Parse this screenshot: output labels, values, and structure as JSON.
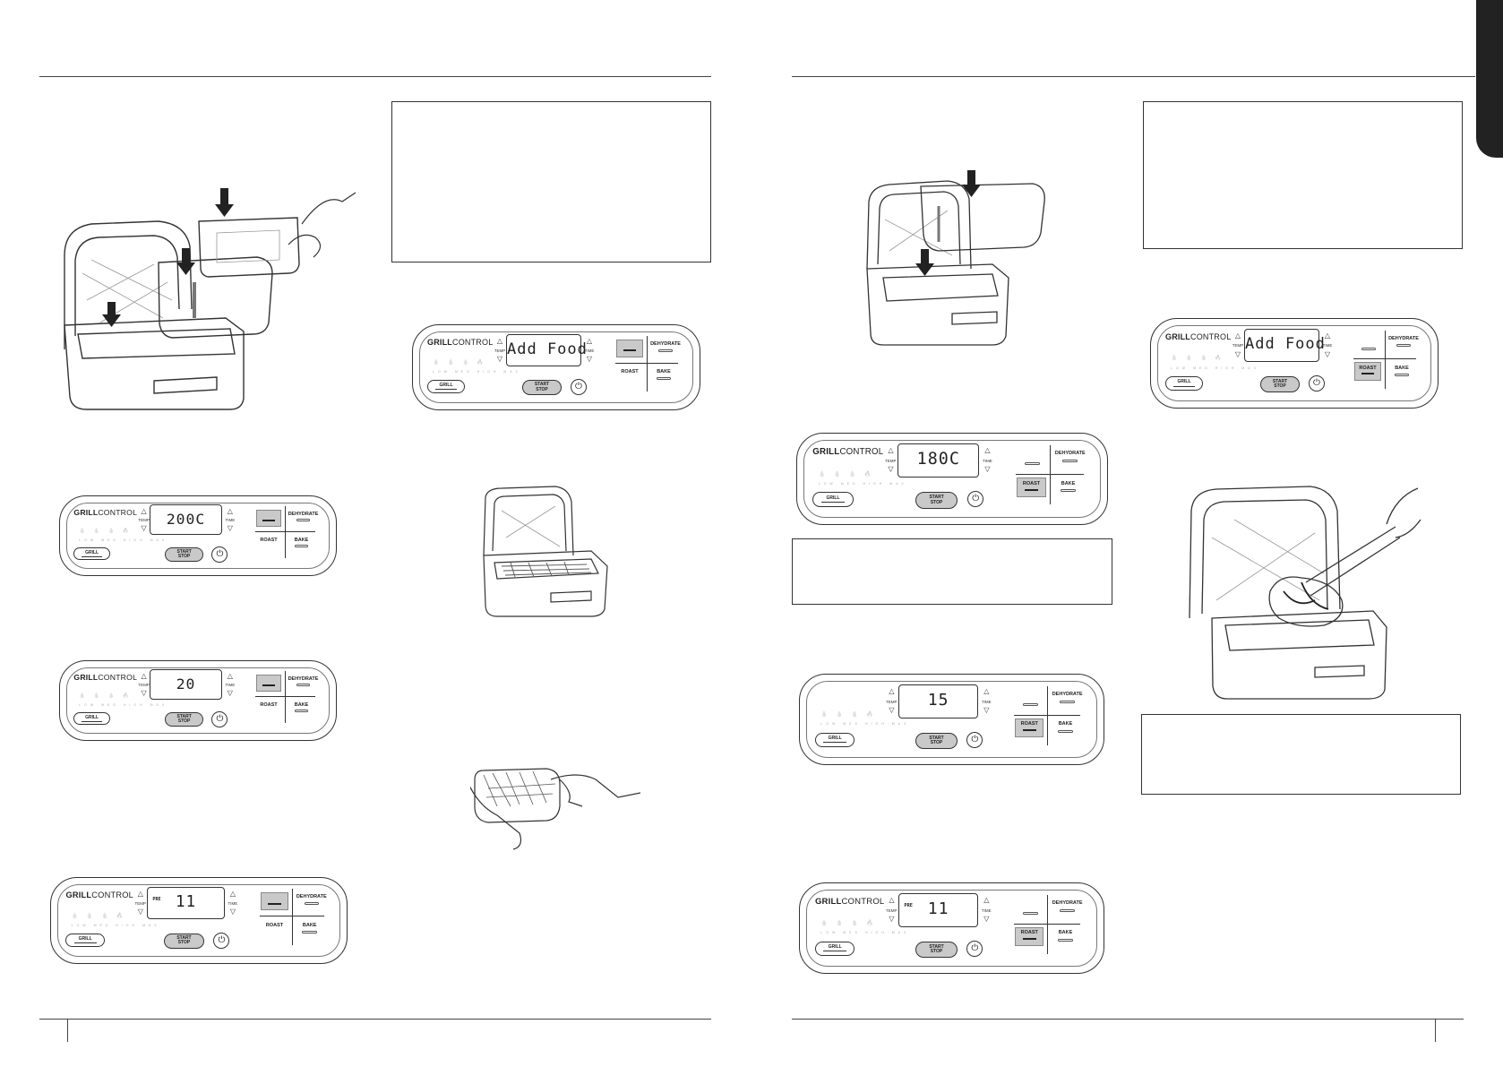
{
  "colors": {
    "line": "#333333",
    "highlight": "#c9c9c9",
    "tab": "#222222"
  },
  "panels": [
    {
      "brand_bold": "GRILL",
      "brand_light": "CONTROL",
      "display": "Add Food",
      "pre": "",
      "grill": "GRILL",
      "start_top": "START",
      "start_bottom": "STOP",
      "temp": "TEMP",
      "time": "TIME",
      "dehydrate": "DEHYDRATE",
      "roast": "ROAST",
      "bake": "BAKE",
      "selected": "dehydrate"
    },
    {
      "brand_bold": "GRILL",
      "brand_light": "CONTROL",
      "display": "200C",
      "pre": "",
      "grill": "GRILL",
      "start_top": "START",
      "start_bottom": "STOP",
      "temp": "TEMP",
      "time": "TIME",
      "dehydrate": "DEHYDRATE",
      "roast": "ROAST",
      "bake": "BAKE",
      "selected": "dehydrate"
    },
    {
      "brand_bold": "GRILL",
      "brand_light": "CONTROL",
      "display": "20",
      "pre": "",
      "grill": "GRILL",
      "start_top": "START",
      "start_bottom": "STOP",
      "temp": "TEMP",
      "time": "TIME",
      "dehydrate": "DEHYDRATE",
      "roast": "ROAST",
      "bake": "BAKE",
      "selected": "dehydrate"
    },
    {
      "brand_bold": "GRILL",
      "brand_light": "CONTROL",
      "display": "11",
      "pre": "PRE",
      "grill": "GRILL",
      "start_top": "START",
      "start_bottom": "STOP",
      "temp": "TEMP",
      "time": "TIME",
      "dehydrate": "DEHYDRATE",
      "roast": "ROAST",
      "bake": "BAKE",
      "selected": "dehydrate"
    },
    {
      "brand_bold": "GRILL",
      "brand_light": "CONTROL",
      "display": "Add Food",
      "pre": "",
      "grill": "GRILL",
      "start_top": "START",
      "start_bottom": "STOP",
      "temp": "TEMP",
      "time": "TIME",
      "dehydrate": "DEHYDRATE",
      "roast": "ROAST",
      "bake": "BAKE",
      "selected": "roast"
    },
    {
      "brand_bold": "GRILL",
      "brand_light": "CONTROL",
      "display": "180C",
      "pre": "",
      "grill": "GRILL",
      "start_top": "START",
      "start_bottom": "STOP",
      "temp": "TEMP",
      "time": "TIME",
      "dehydrate": "DEHYDRATE",
      "roast": "ROAST",
      "bake": "BAKE",
      "selected": "roast"
    },
    {
      "brand_bold": "",
      "brand_light": "",
      "display": "15",
      "pre": "",
      "grill": "GRILL",
      "start_top": "START",
      "start_bottom": "STOP",
      "temp": "TEMP",
      "time": "TIME",
      "dehydrate": "DEHYDRATE",
      "roast": "ROAST",
      "bake": "BAKE",
      "selected": "roast"
    },
    {
      "brand_bold": "GRILL",
      "brand_light": "CONTROL",
      "display": "11",
      "pre": "PRE",
      "grill": "GRILL",
      "start_top": "START",
      "start_bottom": "STOP",
      "temp": "TEMP",
      "time": "TIME",
      "dehydrate": "DEHYDRATE",
      "roast": "ROAST",
      "bake": "BAKE",
      "selected": "roast"
    }
  ],
  "flames": {
    "glyphs": "💧💧💧🔥",
    "labels": "LOW MED HIGH MAX"
  },
  "icons": {
    "arrow": "down-arrow-icon",
    "power": "power-icon",
    "up": "up-triangle-icon",
    "down": "down-triangle-icon"
  }
}
